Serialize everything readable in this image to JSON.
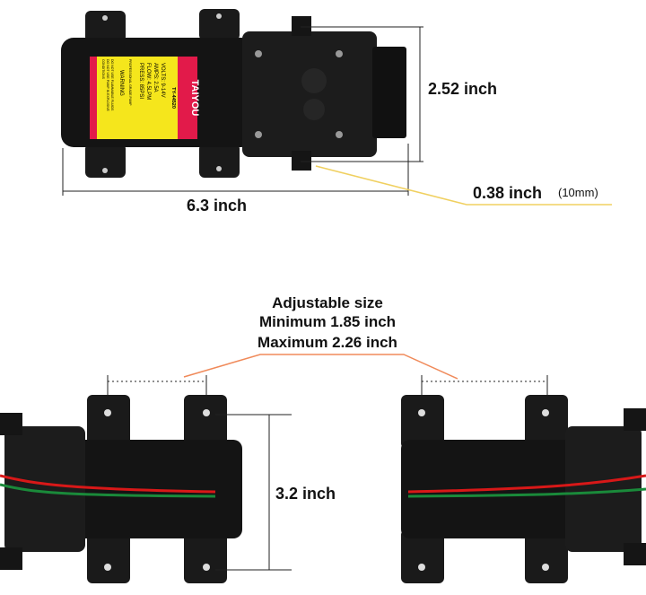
{
  "top_view": {
    "height_label": "2.52 inch",
    "length_label": "6.3 inch",
    "port_label": "0.38 inch",
    "port_label_metric": "(10mm)",
    "product_label": {
      "brand": "TAIYOU",
      "model": "TY-44520",
      "specs": [
        "VOLTS: 9-14V",
        "AMPS: 2.5A",
        "FLOW: 4.5LPM",
        "PRESS: 85PSI"
      ],
      "grade": "PROFESSIONAL GRADE PUMP",
      "warning_title": "WARNING",
      "warning_text": [
        "DO NOT USE FLAMMABLE FLUIDS",
        "DO NOT USE PUMP IN EXPLOSIVE",
        "CONDITIONS"
      ]
    }
  },
  "bottom_view": {
    "title_lines": [
      "Adjustable size",
      "Minimum 1.85 inch",
      "Maximum 2.26 inch"
    ],
    "width_label": "3.2 inch"
  },
  "colors": {
    "pump_body": "#141414",
    "label_yellow": "#f5e61c",
    "label_red": "#e21a4a",
    "pointer_yellow": "#f0d060",
    "pointer_orange": "#f08a5a",
    "wire_red": "#d81818",
    "wire_green": "#1a8a3a"
  }
}
